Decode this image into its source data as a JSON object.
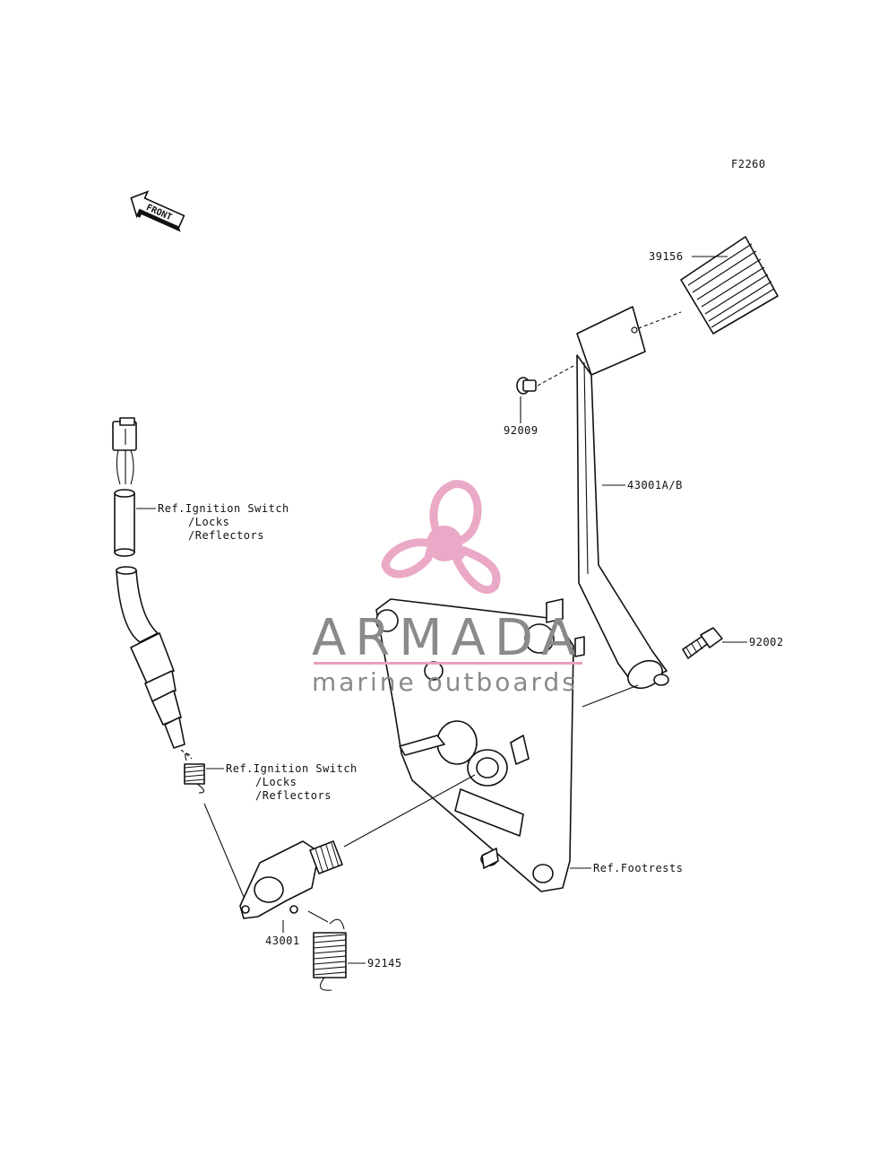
{
  "figure_code": "F2260",
  "front_arrow": {
    "text": "FRONT",
    "icon": "front-arrow-icon"
  },
  "labels": {
    "part_39156": "39156",
    "part_92009": "92009",
    "part_43001ab": "43001A/B",
    "part_92002": "92002",
    "part_43001": "43001",
    "part_92145": "92145",
    "ref_ignition_top": [
      "Ref.Ignition Switch",
      "/Locks",
      "/Reflectors"
    ],
    "ref_ignition_mid": [
      "Ref.Ignition Switch",
      "/Locks",
      "/Reflectors"
    ],
    "ref_footrests": "Ref.Footrests"
  },
  "watermark": {
    "brand": "ARMADA",
    "tagline": "marine outboards",
    "logo_color": "#e8a0c0",
    "text_color": "#8a8a8a",
    "rule_color": "#e8a0c0"
  }
}
